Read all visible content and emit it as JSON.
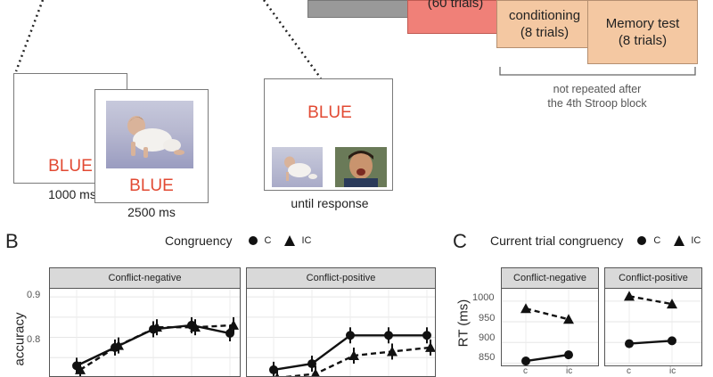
{
  "panel_a": {
    "blocks": {
      "trials_label": "(60 trials)",
      "conditioning": "conditioning\n(8 trials)",
      "memory_test": "Memory test\n(8 trials)",
      "note": "not repeated after\nthe 4th Stroop block"
    },
    "trial_sequence": {
      "frame1_word": "BLUE",
      "frame1_time": "1000 ms",
      "frame2_word": "BLUE",
      "frame2_time": "2500 ms",
      "frame3_word": "BLUE",
      "frame3_time": "until response"
    },
    "colors": {
      "word": "#e24a33",
      "salmon": "#f08078",
      "peach": "#f4c8a2",
      "gray": "#999999"
    }
  },
  "panel_b": {
    "letter": "B",
    "legend_title": "Congruency",
    "legend_c": "C",
    "legend_ic": "IC",
    "facets": [
      "Conflict-negative",
      "Conflict-positive"
    ],
    "ylabel": "accuracy",
    "yticks": [
      "0.9",
      "0.8"
    ]
  },
  "panel_c": {
    "letter": "C",
    "legend_title": "Current trial congruency",
    "legend_c": "C",
    "legend_ic": "IC",
    "facets": [
      "Conflict-negative",
      "Conflict-positive"
    ],
    "ylabel": "RT (ms)",
    "yticks": [
      "1000",
      "950",
      "900",
      "850"
    ],
    "xticks": [
      "c",
      "ic"
    ]
  },
  "chart_data": [
    {
      "type": "line",
      "title": "",
      "ylabel": "accuracy",
      "ylim": [
        0.7,
        0.92
      ],
      "facets": [
        "Conflict-negative",
        "Conflict-positive"
      ],
      "x": [
        1,
        2,
        3,
        4,
        5
      ],
      "series": [
        {
          "name": "C",
          "facet": "Conflict-negative",
          "values": [
            0.73,
            0.775,
            0.82,
            0.83,
            0.81
          ]
        },
        {
          "name": "IC",
          "facet": "Conflict-negative",
          "values": [
            0.72,
            0.78,
            0.825,
            0.825,
            0.83
          ]
        },
        {
          "name": "C",
          "facet": "Conflict-positive",
          "values": [
            0.72,
            0.735,
            0.805,
            0.805,
            0.805
          ]
        },
        {
          "name": "IC",
          "facet": "Conflict-positive",
          "values": [
            0.7,
            0.71,
            0.755,
            0.765,
            0.775
          ]
        }
      ]
    },
    {
      "type": "line",
      "title": "",
      "ylabel": "RT (ms)",
      "ylim": [
        840,
        1030
      ],
      "categories": [
        "c",
        "ic"
      ],
      "facets": [
        "Conflict-negative",
        "Conflict-positive"
      ],
      "series": [
        {
          "name": "C",
          "facet": "Conflict-negative",
          "values": [
            855,
            870
          ]
        },
        {
          "name": "IC",
          "facet": "Conflict-negative",
          "values": [
            982,
            956
          ]
        },
        {
          "name": "C",
          "facet": "Conflict-positive",
          "values": [
            897,
            904
          ]
        },
        {
          "name": "IC",
          "facet": "Conflict-positive",
          "values": [
            1012,
            993
          ]
        }
      ]
    }
  ]
}
